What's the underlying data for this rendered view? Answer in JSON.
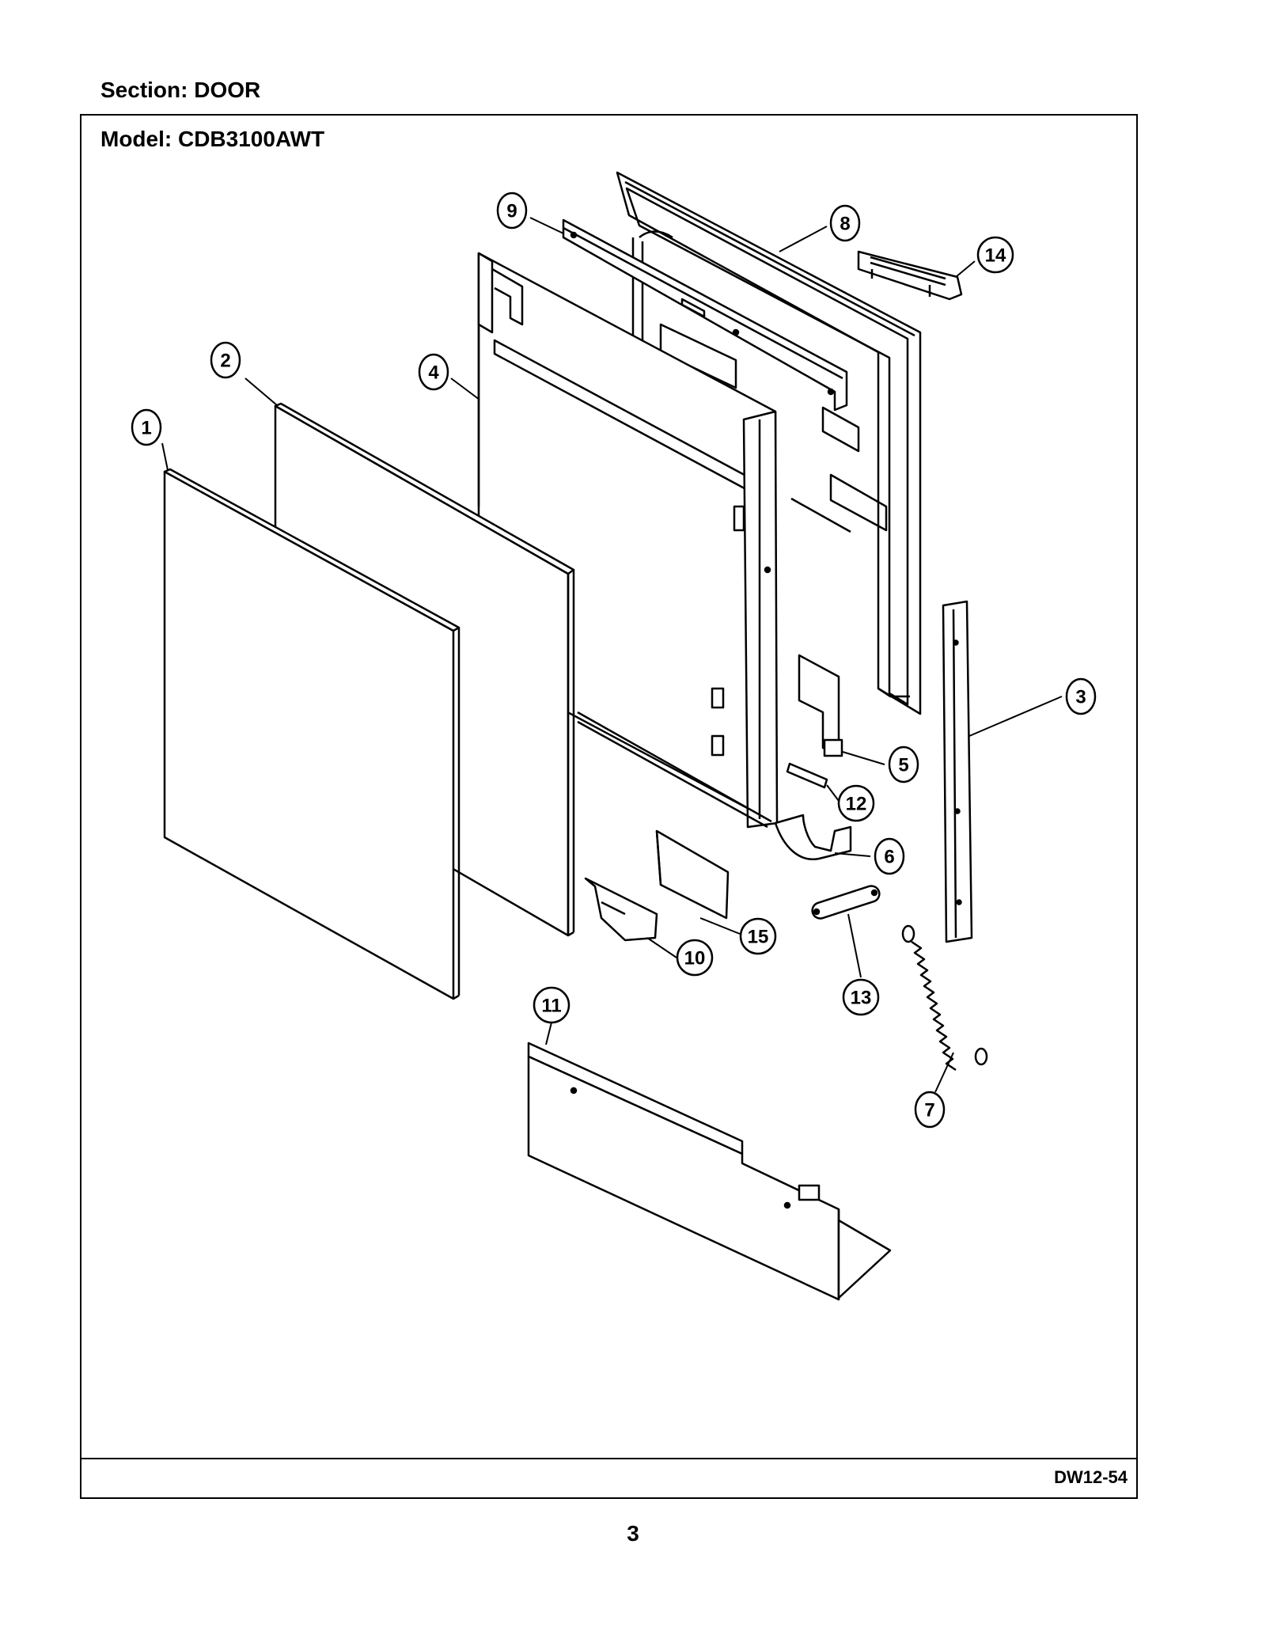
{
  "header": {
    "section": "Section:  DOOR",
    "model": "Model:  CDB3100AWT"
  },
  "footer": {
    "code": "DW12-54",
    "page": "3"
  },
  "callouts": [
    "1",
    "2",
    "3",
    "4",
    "5",
    "6",
    "7",
    "8",
    "9",
    "10",
    "11",
    "12",
    "13",
    "14",
    "15"
  ],
  "colors": {
    "ink": "#000000",
    "paper": "#ffffff"
  }
}
